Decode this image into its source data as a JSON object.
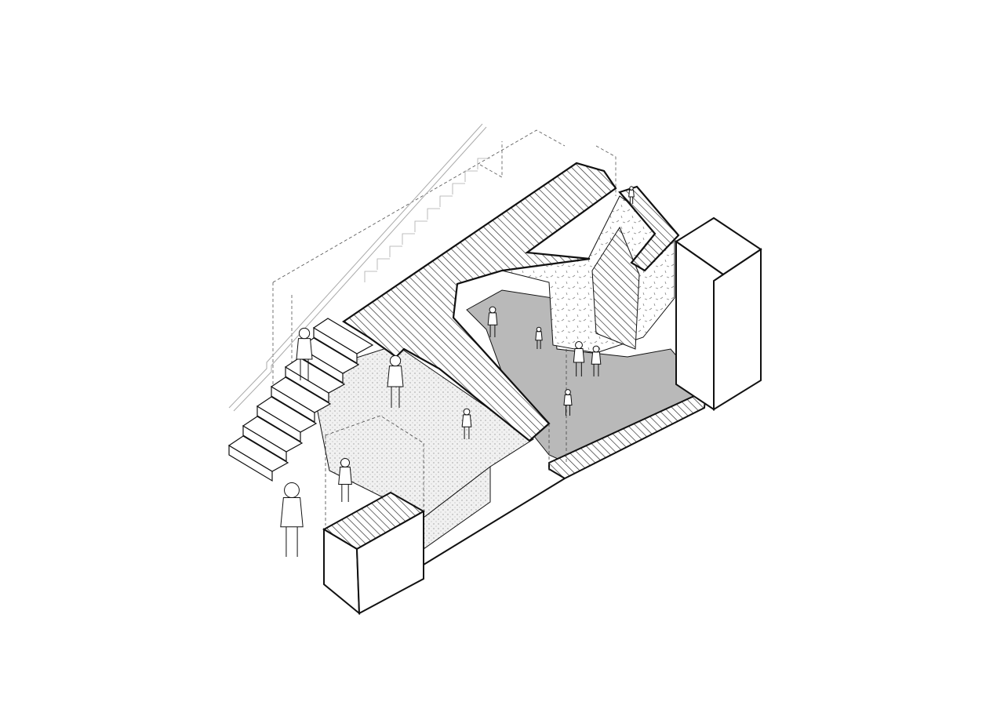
{
  "drawing": {
    "type": "isometric architectural section",
    "colors": {
      "background": "#ffffff",
      "line": "#111111",
      "floor_fill": "#b9b9b9",
      "speckle_fill": "#e8e8e8",
      "hatch": "#222222"
    },
    "elements": [
      "left-stairs",
      "upper-ghost-stairs",
      "hatched-slab",
      "play-floor",
      "speckled-floor",
      "tall-box",
      "low-box",
      "people"
    ]
  }
}
